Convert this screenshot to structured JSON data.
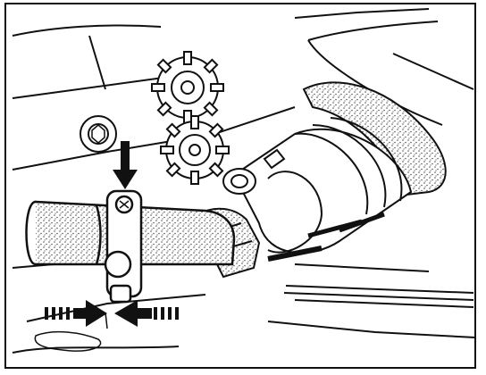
{
  "colors": {
    "ink": "#111111",
    "paper": "#ffffff",
    "stipple": "#555555"
  },
  "illustration": {
    "parts": [
      "hose-coupling",
      "clamp",
      "impeller-gear",
      "bolt-head",
      "cylinder-housing"
    ],
    "arrows": [
      "arrow-down",
      "arrow-right",
      "arrow-left"
    ]
  }
}
